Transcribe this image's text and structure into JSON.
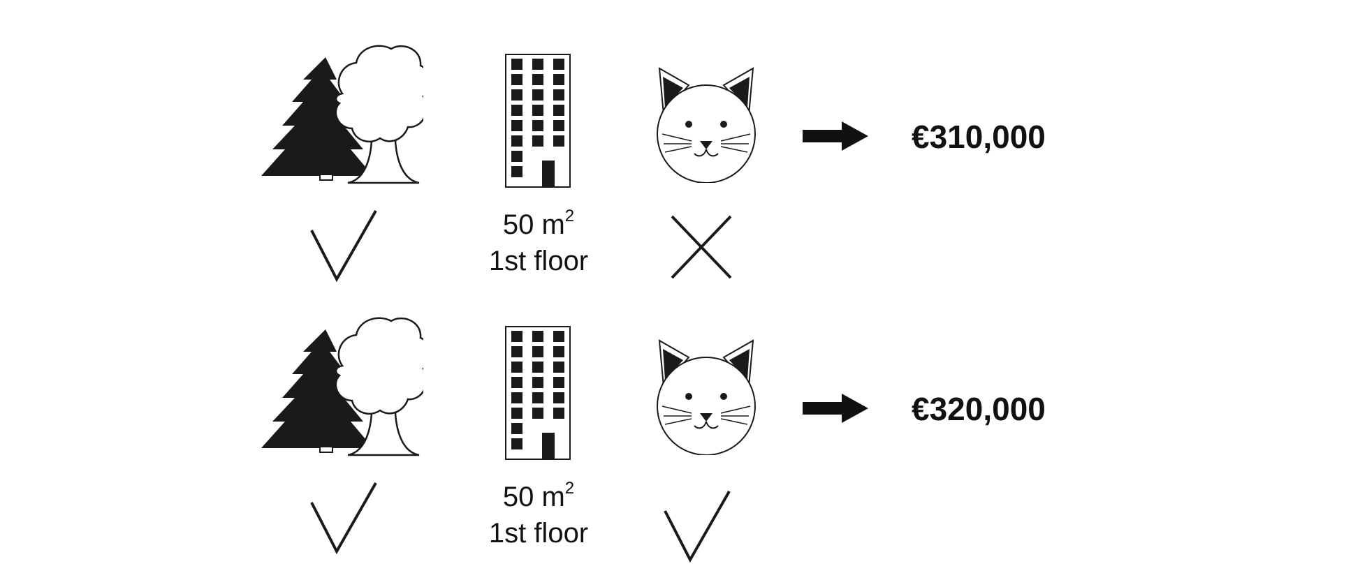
{
  "options": [
    {
      "garden": "yes",
      "size": "50 m",
      "size_sup": "2",
      "floor": "1st floor",
      "pets": "no",
      "price": "€310,000"
    },
    {
      "garden": "yes",
      "size": "50 m",
      "size_sup": "2",
      "floor": "1st floor",
      "pets": "yes",
      "price": "€320,000"
    }
  ],
  "icons": {
    "garden": "trees-icon",
    "apartment": "building-icon",
    "pets": "cat-icon",
    "result": "arrow-right-icon",
    "yes": "check-icon",
    "no": "cross-icon"
  },
  "colors": {
    "ink": "#1a1a1a",
    "background": "#ffffff"
  }
}
